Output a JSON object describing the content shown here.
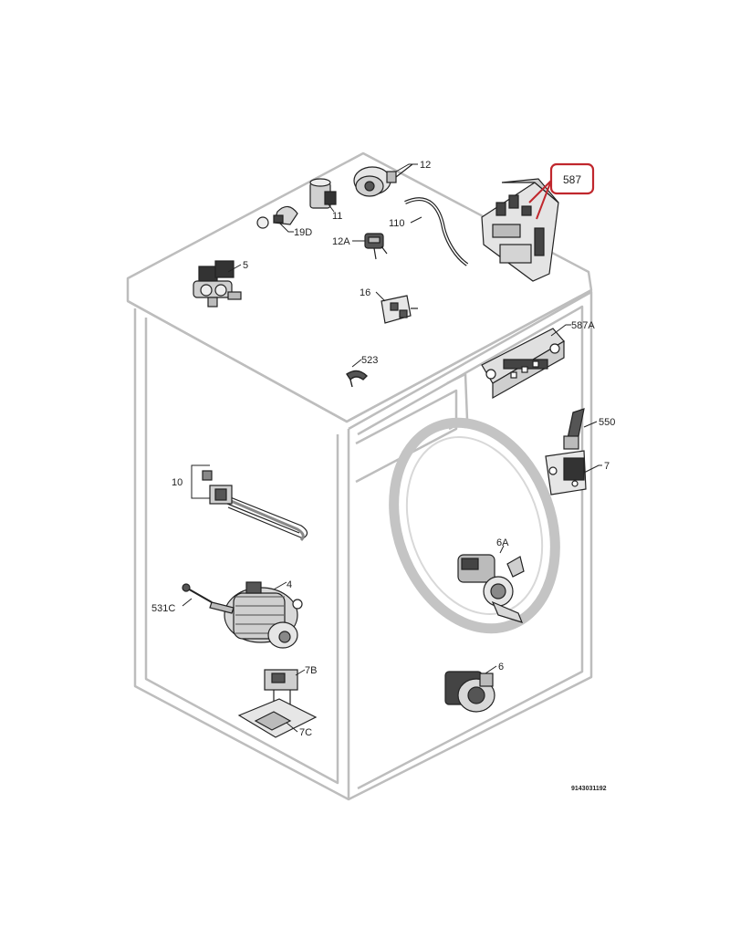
{
  "diagram": {
    "reference_code": "9143031192",
    "highlight": {
      "color": "#c0272d",
      "label": "587"
    },
    "parts": {
      "p12": "12",
      "p11": "11",
      "p110": "110",
      "p19d": "19D",
      "p12a": "12A",
      "p5": "5",
      "p16": "16",
      "p587a": "587A",
      "p523": "523",
      "p550": "550",
      "p7": "7",
      "p10": "10",
      "p6a": "6A",
      "p4": "4",
      "p531c": "531C",
      "p7b": "7B",
      "p7c": "7C",
      "p6": "6"
    }
  }
}
